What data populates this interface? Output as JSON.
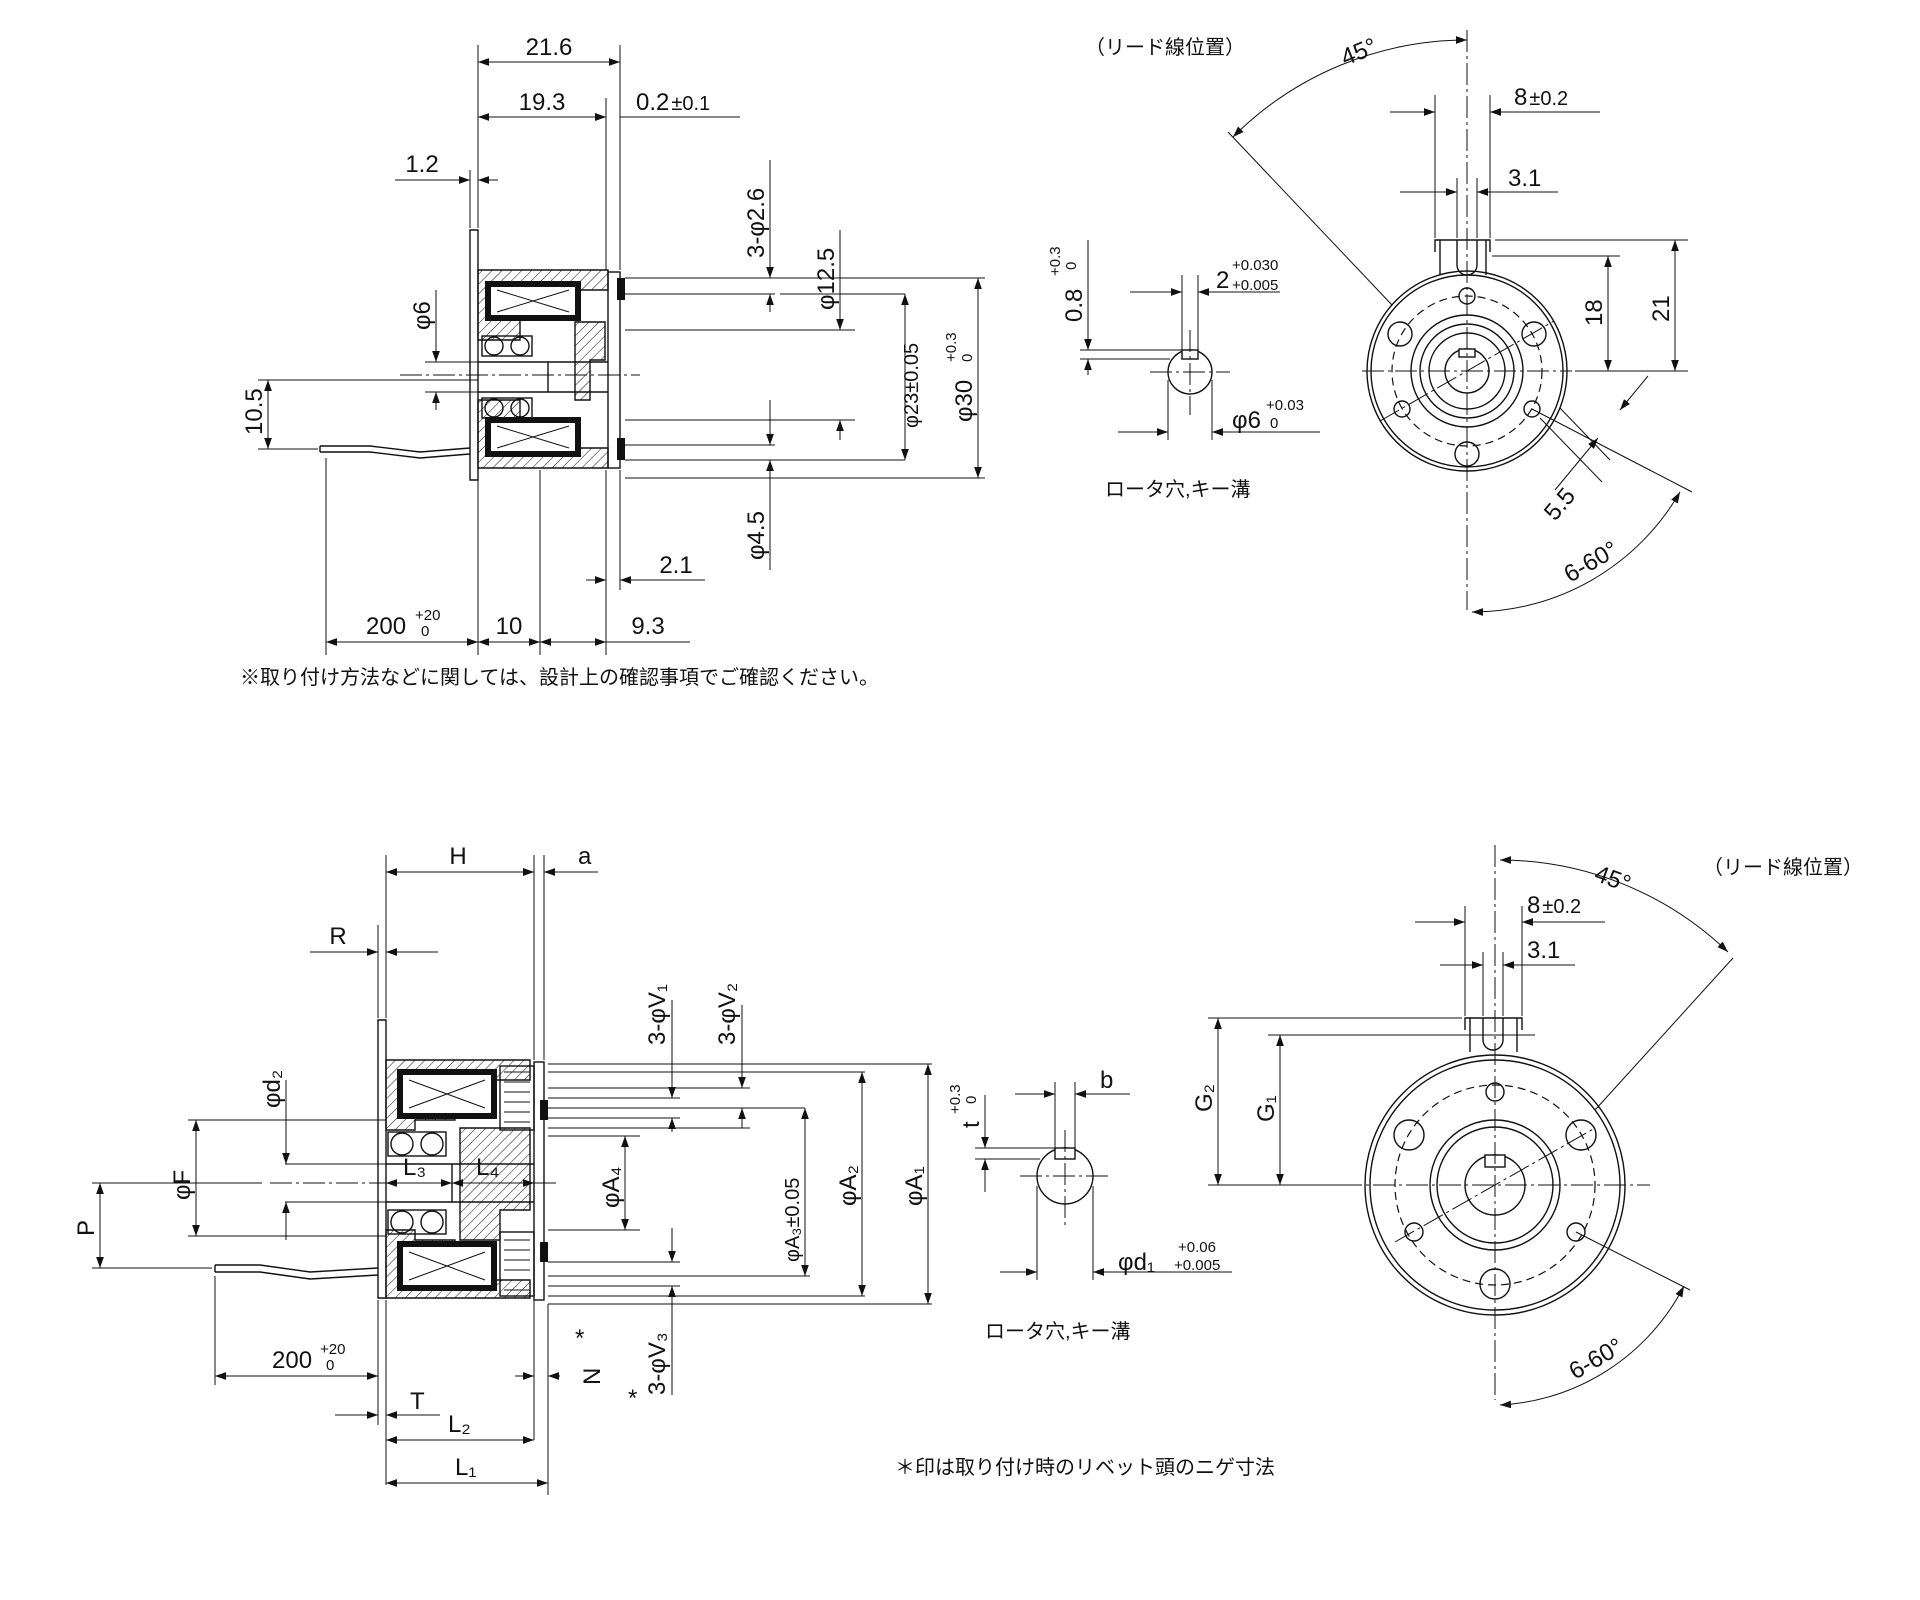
{
  "top": {
    "side": {
      "d_21_6": "21.6",
      "d_19_3": "19.3",
      "d_0_2": "0.2",
      "d_0_2_tol": "±0.1",
      "d_1_2": "1.2",
      "d_3phi2_6": "3-φ2.6",
      "d_phi12_5": "φ12.5",
      "d_phi23": "φ23±0.05",
      "d_phi30": "φ30",
      "d_phi30_up": "+0.3",
      "d_phi30_lo": "0",
      "d_phi6": "φ6",
      "d_10_5": "10.5",
      "d_phi4_5": "φ4.5",
      "d_2_1": "2.1",
      "d_200": "200",
      "d_200_up": "+20",
      "d_200_lo": "0",
      "d_10": "10",
      "d_9_3": "9.3"
    },
    "note": "※取り付け方法などに関しては、設計上の確認事項でご確認ください。",
    "key": {
      "d_0_8": "0.8",
      "d_0_8_up": "+0.3",
      "d_0_8_lo": "0",
      "d_2": "2",
      "d_2_up": "+0.030",
      "d_2_lo": "+0.005",
      "d_phi6": "φ6",
      "d_phi6_up": "+0.03",
      "d_phi6_lo": "0",
      "caption": "ロータ穴,キー溝"
    },
    "front": {
      "lead_label": "（リード線位置）",
      "d_45": "45°",
      "d_8": "8",
      "d_8_tol": "±0.2",
      "d_3_1": "3.1",
      "d_18": "18",
      "d_21": "21",
      "d_5_5": "5.5",
      "d_6_60": "6-60°"
    }
  },
  "bottom": {
    "side": {
      "H": "H",
      "a": "a",
      "R": "R",
      "V1": "3-φV₁",
      "V2": "3-φV₂",
      "d2": "φd₂",
      "F": "φF",
      "P": "P",
      "L3": "L₃",
      "L4": "L₄",
      "A4": "φA₄",
      "A3": "φA₃±0.05",
      "A2": "φA₂",
      "A1": "φA₁",
      "d_200": "200",
      "d_200_up": "+20",
      "d_200_lo": "0",
      "star_n": "*",
      "N": "N",
      "star_v3": "*",
      "V3": "3-φV₃",
      "T": "T",
      "L2": "L₂",
      "L1": "L₁"
    },
    "key": {
      "t": "t",
      "t_up": "+0.3",
      "t_lo": "0",
      "b": "b",
      "d1": "φd₁",
      "d1_up": "+0.06",
      "d1_lo": "+0.005",
      "caption": "ロータ穴,キー溝"
    },
    "front": {
      "lead_label": "（リード線位置）",
      "d_45": "45°",
      "d_8": "8",
      "d_8_tol": "±0.2",
      "d_3_1": "3.1",
      "G2": "G₂",
      "G1": "G₁",
      "d_6_60": "6-60°"
    },
    "note": "＊印は取り付け時のリベット頭のニゲ寸法"
  }
}
